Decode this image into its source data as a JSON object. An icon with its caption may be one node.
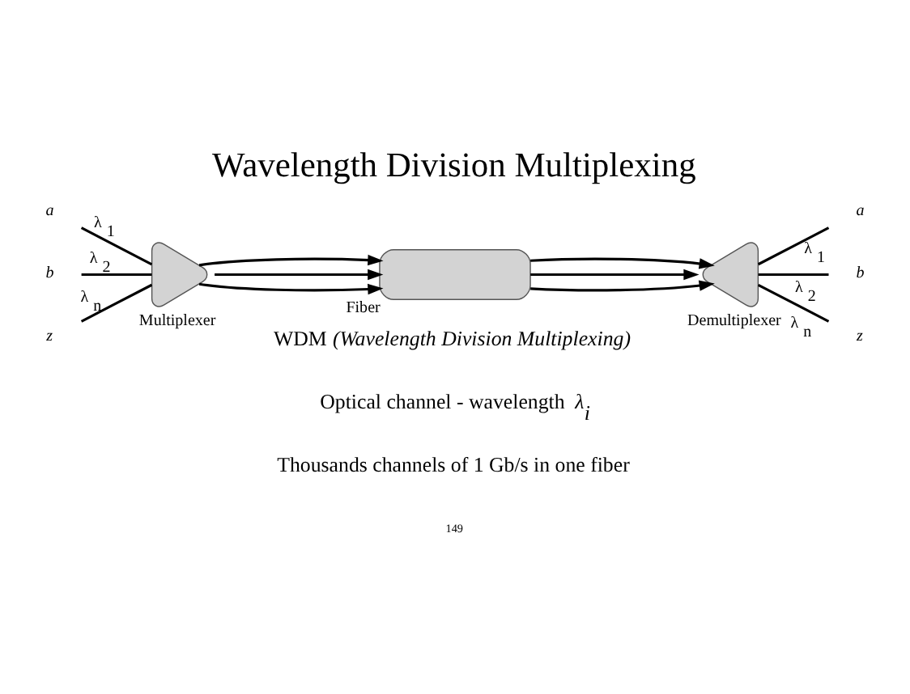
{
  "diagram": {
    "title": "Wavelength Division Multiplexing",
    "nodes": [
      {
        "text": [
          "a"
        ]
      },
      {
        "text": [
          "b"
        ]
      },
      {
        "text": [
          "z"
        ]
      },
      {
        "text": [],
        "shape": "triangle",
        "beside": [
          "Multiplexer"
        ]
      },
      {
        "text": [],
        "shape": "box",
        "beside": [
          "Fiber"
        ]
      },
      {
        "text": [],
        "shape": "triangle",
        "beside": [
          "Demultiplexer"
        ]
      },
      {
        "text": [
          "a"
        ]
      },
      {
        "text": [
          "b"
        ]
      },
      {
        "text": [
          "z"
        ]
      }
    ],
    "edges": [
      {
        "from": 0,
        "to": 3,
        "arrow": "none",
        "label": "λ$_{1}$"
      },
      {
        "from": 1,
        "to": 3,
        "arrow": "none",
        "label": "λ$_{2}$"
      },
      {
        "from": 2,
        "to": 3,
        "arrow": "none",
        "label": "λ$_{n}$"
      },
      {
        "from": 3,
        "to": 4,
        "arrow": "to"
      },
      {
        "from": 3,
        "to": 4,
        "arrow": "to"
      },
      {
        "from": 3,
        "to": 4,
        "arrow": "to"
      },
      {
        "from": 4,
        "to": 5,
        "arrow": "to"
      },
      {
        "from": 4,
        "to": 5,
        "arrow": "to"
      },
      {
        "from": 4,
        "to": 5,
        "arrow": "to"
      },
      {
        "from": 5,
        "to": 6,
        "arrow": "none",
        "label": "λ$_{1}$"
      },
      {
        "from": 5,
        "to": 7,
        "arrow": "none",
        "label": "λ$_{2}$"
      },
      {
        "from": 5,
        "to": 8,
        "arrow": "none",
        "label": "λ$_{n}$"
      }
    ],
    "labels": [
      "WDM *(Wavelength Division Multiplexing)*",
      "Optical channel - wavelength *λ$_{i}$*",
      "Thousands channels of 1 Gb/s in one fiber",
      "149"
    ]
  }
}
